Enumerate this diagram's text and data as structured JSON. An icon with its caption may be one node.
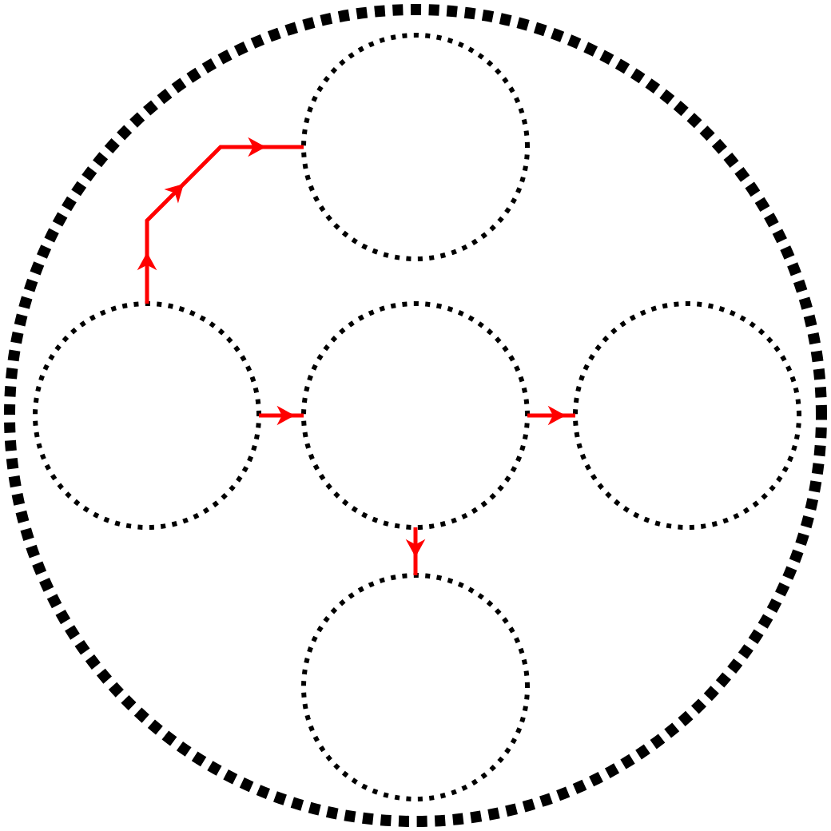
{
  "diagram": {
    "nodes": [
      {
        "text": [],
        "shape": "circle"
      },
      {
        "text": [],
        "shape": "circle",
        "in": 0
      },
      {
        "text": [],
        "shape": "circle",
        "in": 0
      },
      {
        "text": [],
        "shape": "circle",
        "in": 0
      },
      {
        "text": [],
        "shape": "circle",
        "in": 0
      },
      {
        "text": [],
        "shape": "circle",
        "in": 0
      }
    ],
    "edges": [
      {
        "from": 2,
        "to": 1,
        "arrow": "to"
      },
      {
        "from": 2,
        "to": 3,
        "arrow": "to"
      },
      {
        "from": 3,
        "to": 4,
        "arrow": "to"
      },
      {
        "from": 3,
        "to": 5,
        "arrow": "to"
      }
    ]
  }
}
